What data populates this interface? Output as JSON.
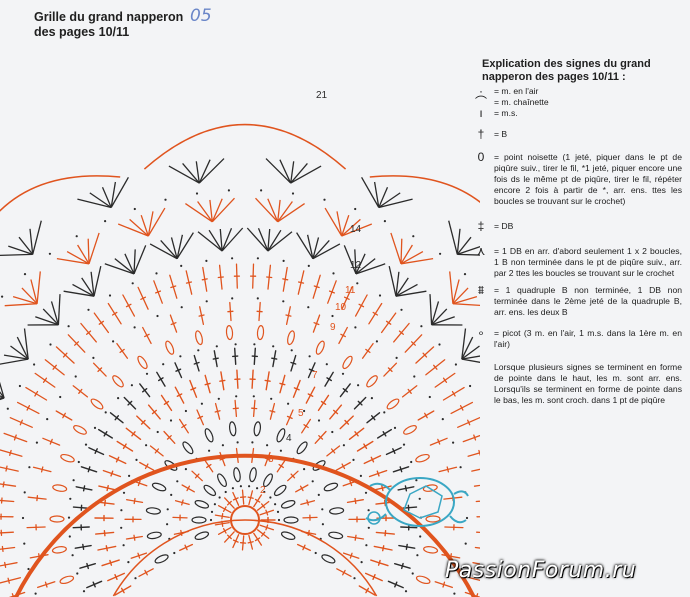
{
  "header": {
    "title_line1": "Grille du grand napperon",
    "title_line2": "des pages 10/11",
    "handwritten": "05"
  },
  "legend": {
    "title_line1": "Explication des signes du grand",
    "title_line2": "napperon des pages 10/11 :",
    "items": [
      {
        "symbol": "·",
        "text": "= m. en l'air"
      },
      {
        "symbol": "⌒",
        "text": "= m. chaînette"
      },
      {
        "symbol": "ı",
        "text": "= m.s."
      },
      {
        "symbol": "†",
        "text": "= B"
      },
      {
        "symbol": "0",
        "text": "= point noisette (1 jeté, piquer dans le pt de piqûre suiv., tirer le fil, *1 jeté, piquer encore une fois ds le même pt de piqûre, tirer le fil, répéter encore 2 fois à partir de *, arr. ens. ttes les boucles se trouvant sur le crochet)"
      },
      {
        "symbol": "‡",
        "text": "= DB"
      },
      {
        "symbol": "⋏",
        "text": "= 1 DB en arr. d'abord seulement 1 x 2 boucles, 1 B non terminée dans le pt de piqûre suiv., arr. par 2 ttes les boucles se trouvant sur le crochet"
      },
      {
        "symbol": "⩩",
        "text": "= 1 quadruple B non terminée, 1 DB non terminée dans le 2ème jeté de la quadruple B, arr. ens. les deux B"
      },
      {
        "symbol": "∘",
        "text": "= picot (3 m. en l'air, 1 m.s. dans la 1ère m. en l'air)"
      }
    ],
    "note": "Lorsque plusieurs signes se terminent en forme de pointe dans le haut, les m. sont arr. ens. Lorsqu'ils se terminent en forme de pointe dans le bas, les m. sont croch. dans 1 pt de piqûre"
  },
  "row_numbers": [
    "2",
    "3",
    "4",
    "5",
    "7",
    "9",
    "10",
    "11",
    "12",
    "14",
    "21"
  ],
  "watermark": "PassionForum.ru",
  "colors": {
    "orange": "#e0541e",
    "dark": "#2b2b2b",
    "blue": "#3aa7c4"
  }
}
